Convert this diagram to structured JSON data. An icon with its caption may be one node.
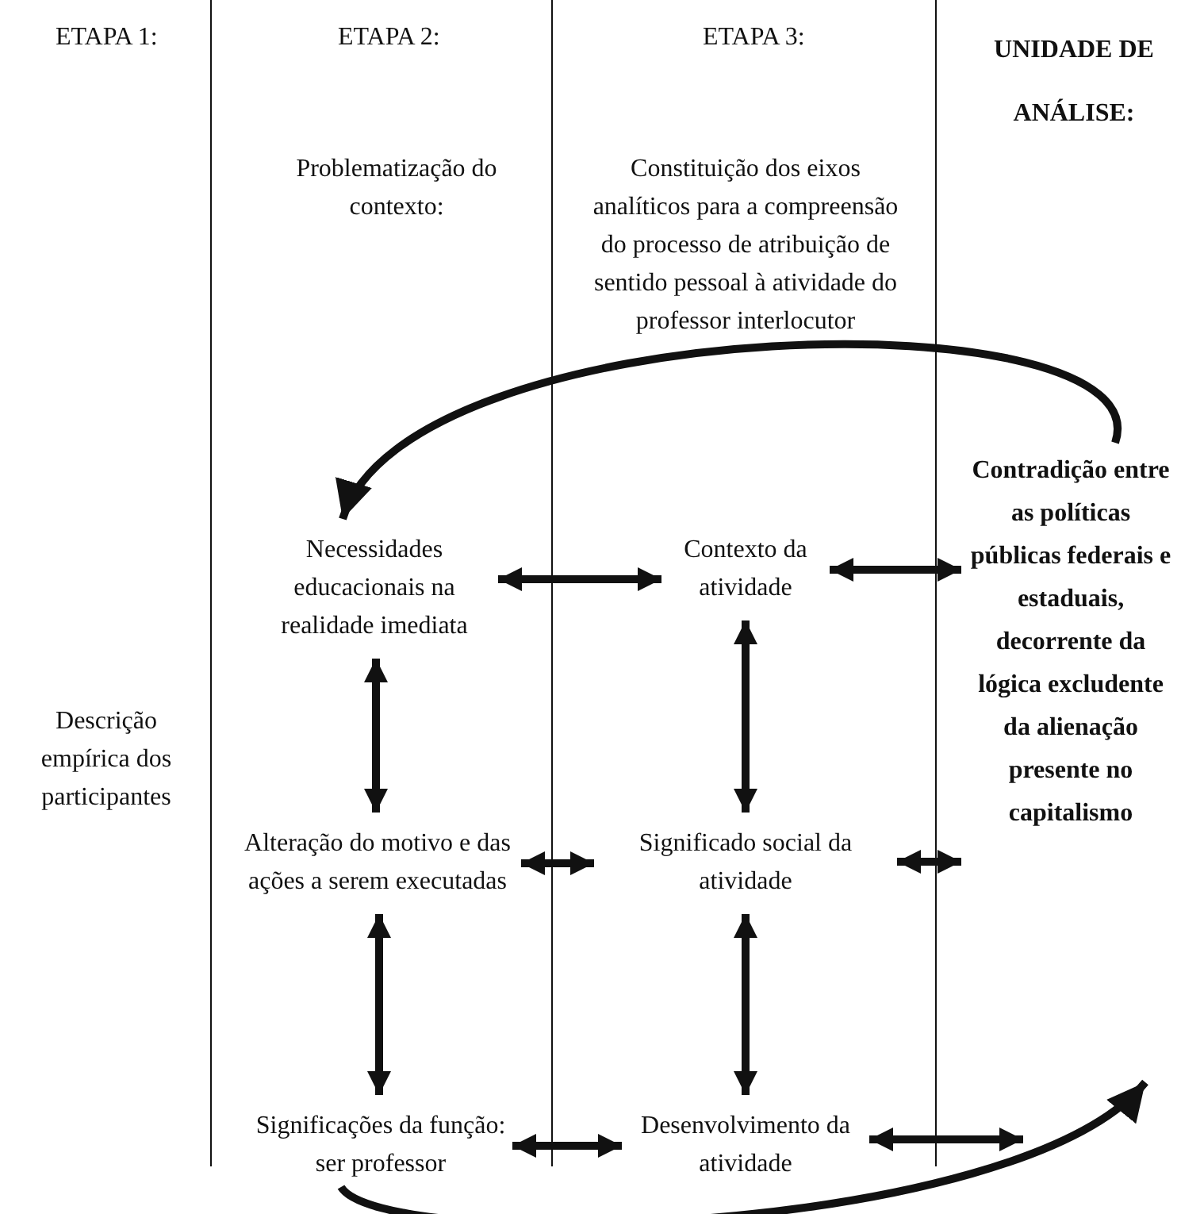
{
  "diagram": {
    "nodes": [
      {
        "text": [
          "Necessidades educacionais na realidade imediata"
        ]
      },
      {
        "text": [
          "Contexto da atividade"
        ]
      },
      {
        "text": [
          "Contradição entre as políticas públicas federais e estaduais, decorrente da lógica excludente da alienação presente no capitalismo"
        ]
      },
      {
        "text": [
          "Alteração do motivo e das ações a serem executadas"
        ]
      },
      {
        "text": [
          "Significado social da atividade"
        ]
      },
      {
        "text": [
          "Significações da função: ser professor"
        ]
      },
      {
        "text": [
          "Desenvolvimento da atividade"
        ]
      }
    ],
    "edges": [
      {
        "from": 2,
        "to": 0,
        "arrow": "to"
      },
      {
        "from": 0,
        "to": 1,
        "arrow": "both"
      },
      {
        "from": 1,
        "to": 2,
        "arrow": "both"
      },
      {
        "from": 0,
        "to": 3,
        "arrow": "both"
      },
      {
        "from": 1,
        "to": 4,
        "arrow": "both"
      },
      {
        "from": 3,
        "to": 4,
        "arrow": "both"
      },
      {
        "from": 4,
        "to": 2,
        "arrow": "both"
      },
      {
        "from": 3,
        "to": 5,
        "arrow": "both"
      },
      {
        "from": 4,
        "to": 6,
        "arrow": "both"
      },
      {
        "from": 5,
        "to": 6,
        "arrow": "both"
      },
      {
        "from": 6,
        "to": null,
        "arrow": "both"
      },
      {
        "from": 5,
        "to": null,
        "arrow": "to"
      }
    ],
    "labels": [
      "ETAPA 1:",
      "ETAPA 2:",
      "ETAPA 3:",
      "UNIDADE DE ANÁLISE:",
      "Problematização do contexto:",
      "Constituição dos eixos analíticos para a compreensão do processo de atribuição de sentido pessoal à atividade do professor interlocutor",
      "Descrição empírica dos participantes"
    ]
  }
}
